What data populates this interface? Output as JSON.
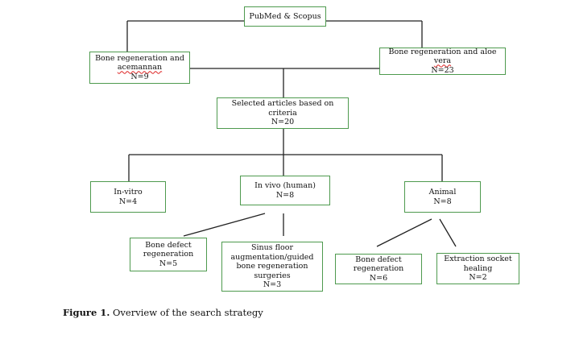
{
  "nodes": {
    "source": {
      "line1": "PubMed & Scopus"
    },
    "acemannan": {
      "line1": "Bone regeneration and",
      "line2": "acemannan",
      "count": "N=9"
    },
    "aloe": {
      "line1": "Bone regeneration and aloe ",
      "line1_underlined": "vera",
      "count": "N=23"
    },
    "selected": {
      "line1": "Selected articles based on criteria",
      "count": "N=20"
    },
    "invitro": {
      "line1": "In-vitro",
      "count": "N=4"
    },
    "invivo": {
      "line1": "In vivo (human)",
      "count": "N=8"
    },
    "animal": {
      "line1": "Animal",
      "count": "N=8"
    },
    "human_bone_defect": {
      "line1": "Bone defect",
      "line2": "regeneration",
      "count": "N=5"
    },
    "sinus": {
      "line1": "Sinus floor",
      "line2": "augmentation/guided",
      "line3": "bone regeneration",
      "line4": "surgeries",
      "count": "N=3"
    },
    "animal_bone_defect": {
      "line1": "Bone defect",
      "line2": "regeneration",
      "count": "N=6"
    },
    "extraction": {
      "line1": "Extraction socket",
      "line2": "healing",
      "count": "N=2"
    }
  },
  "caption": {
    "label": "Figure 1.",
    "text": " Overview of the search strategy"
  },
  "colors": {
    "box_border": "#4e9a4e",
    "connector": "#222222"
  }
}
